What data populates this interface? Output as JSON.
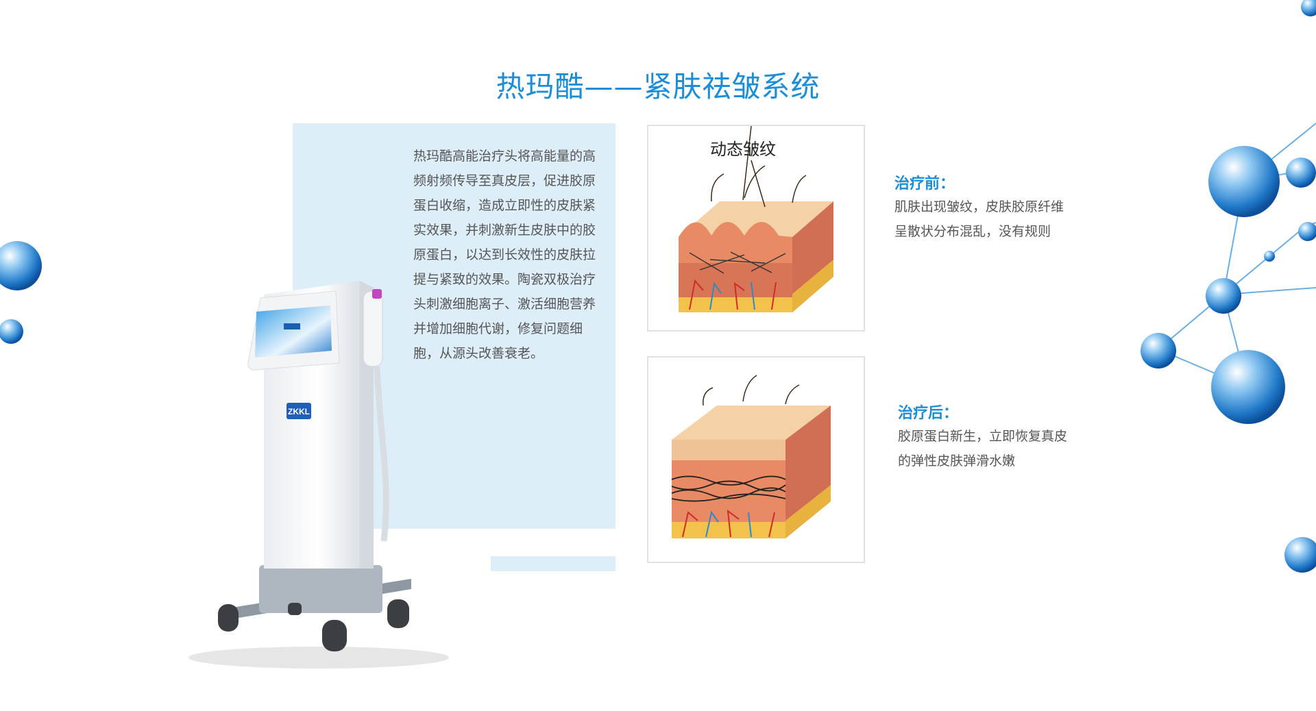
{
  "page": {
    "title": "热玛酷——紧肤祛皱系统",
    "description": "热玛酷高能治疗头将高能量的高频射频传导至真皮层，促进胶原蛋白收缩，造成立即性的皮肤紧实效果，并刺激新生皮肤中的胶原蛋白，以达到长效性的皮肤拉提与紧致的效果。陶瓷双极治疗头刺激细胞离子、激活细胞营养并增加细胞代谢，修复问题细胞，从源头改善衰老。"
  },
  "device": {
    "brand": "ZKKL"
  },
  "before": {
    "image_label": "动态皱纹",
    "title": "治疗前：",
    "text": "肌肤出现皱纹，皮肤胶原纤维呈散状分布混乱，没有规则"
  },
  "after": {
    "title": "治疗后：",
    "text": "胶原蛋白新生，立即恢复真皮的弹性皮肤弹滑水嫩"
  },
  "colors": {
    "accent": "#1a8ed8",
    "panel": "#ddeef9",
    "body_text": "#555555",
    "skin_top": "#f4d2a6",
    "skin_mid": "#e88a64",
    "fat": "#f3c24a"
  }
}
